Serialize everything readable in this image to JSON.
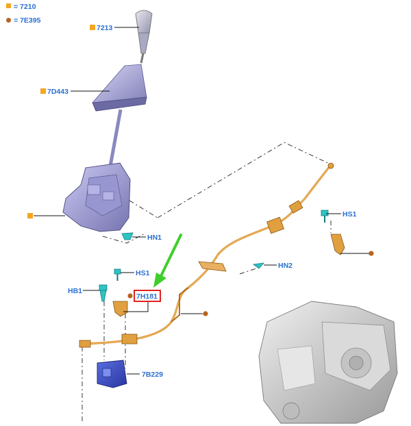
{
  "legend": {
    "items": [
      {
        "marker": "square",
        "color": "#f5a623",
        "text": "= 7210"
      },
      {
        "marker": "circle",
        "color": "#b5651d",
        "text": "= 7E395"
      }
    ]
  },
  "callouts": {
    "shift_knob": "7213",
    "boot": "7D443",
    "shifter_base": "",
    "hn1": "HN1",
    "hs1_right": "HS1",
    "hn2": "HN2",
    "hs1_left": "HS1",
    "hb1": "HB1",
    "cable": "7H181",
    "bracket": "7B229"
  },
  "colors": {
    "label_blue": "#2a6fd1",
    "square_marker": "#f5a623",
    "circle_marker": "#b5651d",
    "highlight_box": "#e02020",
    "arrow_green": "#3ecf2a",
    "cable_orange": "#e0a040",
    "shifter_purple": "#b8b6ea",
    "clip_teal": "#2ec4c4",
    "transmission_grey": "#cfcfcf"
  }
}
